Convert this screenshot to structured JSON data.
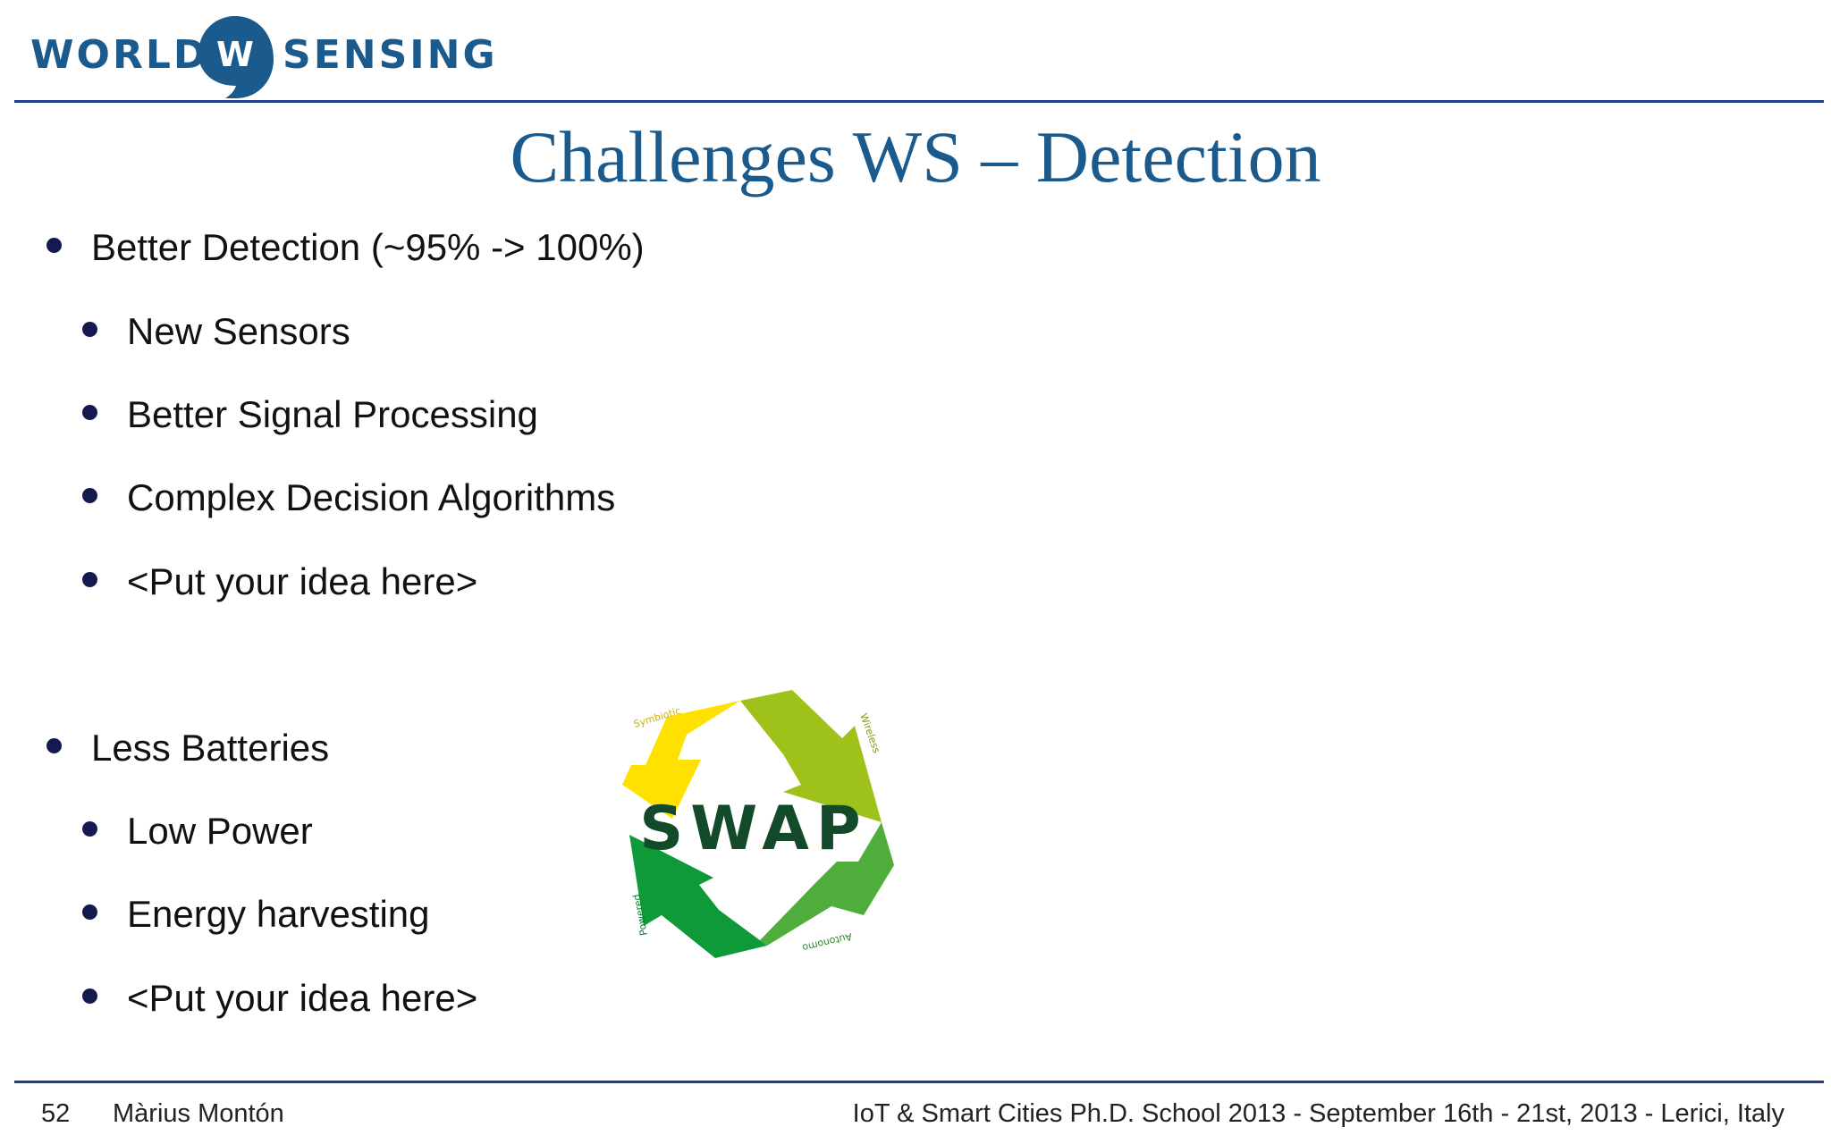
{
  "logo": {
    "left_text": "WORLD",
    "mark_letter": "W",
    "right_text": "SENSING",
    "colors": {
      "blue": "#1b5a8c",
      "dark": "#1a3f73"
    }
  },
  "slide": {
    "title": "Challenges WS – Detection",
    "groups": [
      {
        "label": "Better Detection (~95% -> 100%)",
        "items": [
          "New Sensors",
          "Better Signal Processing",
          "Complex Decision Algorithms",
          "<Put your idea here>"
        ]
      },
      {
        "label": "Less Batteries",
        "items": [
          "Low Power",
          "Energy harvesting",
          "<Put your idea here>"
        ]
      }
    ]
  },
  "swap_diagram": {
    "center_text": "SWAP",
    "arrow_labels": [
      "Symbiotic",
      "Wireless",
      "Autonomous",
      "Powered"
    ],
    "colors": {
      "yellow": "#ffe100",
      "lime": "#9fc21a",
      "green": "#4fae3b",
      "dark_green": "#0f9a3a",
      "text": "#124a2a"
    }
  },
  "footer": {
    "page_number": "52",
    "author": "Màrius Montón",
    "event": "IoT & Smart Cities Ph.D. School 2013 - September 16th - 21st, 2013 - Lerici, Italy"
  },
  "theme": {
    "title_color": "#1b5a8c",
    "rule_color": "#1f3f86",
    "bullet_color": "#141a4e"
  }
}
